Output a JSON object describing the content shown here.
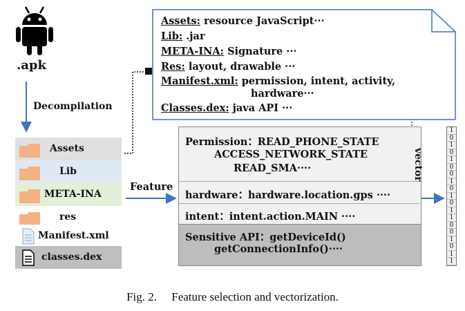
{
  "apk": {
    "label": ".apk"
  },
  "decompilation": {
    "label": "Decompilation"
  },
  "files": [
    {
      "name": "Assets",
      "bg": "#e0e0e0",
      "icon": "folder-icon"
    },
    {
      "name": "Lib",
      "bg": "#dfe9f5",
      "icon": "folder-icon"
    },
    {
      "name": "META-INA",
      "bg": "#e3f0d8",
      "icon": "folder-icon"
    },
    {
      "name": "res",
      "bg": "#ffffff",
      "icon": "folder-icon"
    },
    {
      "name": "Manifest.xml",
      "bg": "#ffffff",
      "icon": "document-icon"
    },
    {
      "name": "classes.dex",
      "bg": "#bfbfbf",
      "icon": "dex-file-icon"
    }
  ],
  "note": {
    "lines": [
      {
        "key": "Assets:",
        "value": " resource JavaScript···"
      },
      {
        "key": "Lib:",
        "value": " .jar"
      },
      {
        "key": "META-INA:",
        "value": " Signature ···"
      },
      {
        "key": "Res:",
        "value": " layout, drawable ···"
      },
      {
        "key": "Manifest.xml:",
        "value": " permission, intent, activity,"
      },
      {
        "key": "",
        "value": "hardware···"
      },
      {
        "key": "Classes.dex:",
        "value": " java API ···"
      }
    ]
  },
  "feature_label": "Feature",
  "features": {
    "permission": "Permission：READ_PHONE_STATE",
    "permission2": "ACCESS_NETWORK_STATE",
    "permission3": "READ_SMA····",
    "hardware": "hardware：hardware.location.gps ····",
    "intent": "intent：intent.action.MAIN ····",
    "api": "Sensitive API：getDeviceId()",
    "api2": "getConnectionInfo()····"
  },
  "vector_label": "vector",
  "vector_bits": [
    "1",
    "0",
    "1",
    "0",
    "1",
    "0",
    "0",
    "1",
    "0",
    "1",
    "0",
    "1",
    "1",
    "0",
    "0",
    "1",
    "0",
    "1",
    "1"
  ],
  "caption": "Fig. 2.  Feature selection and vectorization.",
  "colors": {
    "arrow": "#4472c4",
    "note_border": "#4472c4"
  }
}
